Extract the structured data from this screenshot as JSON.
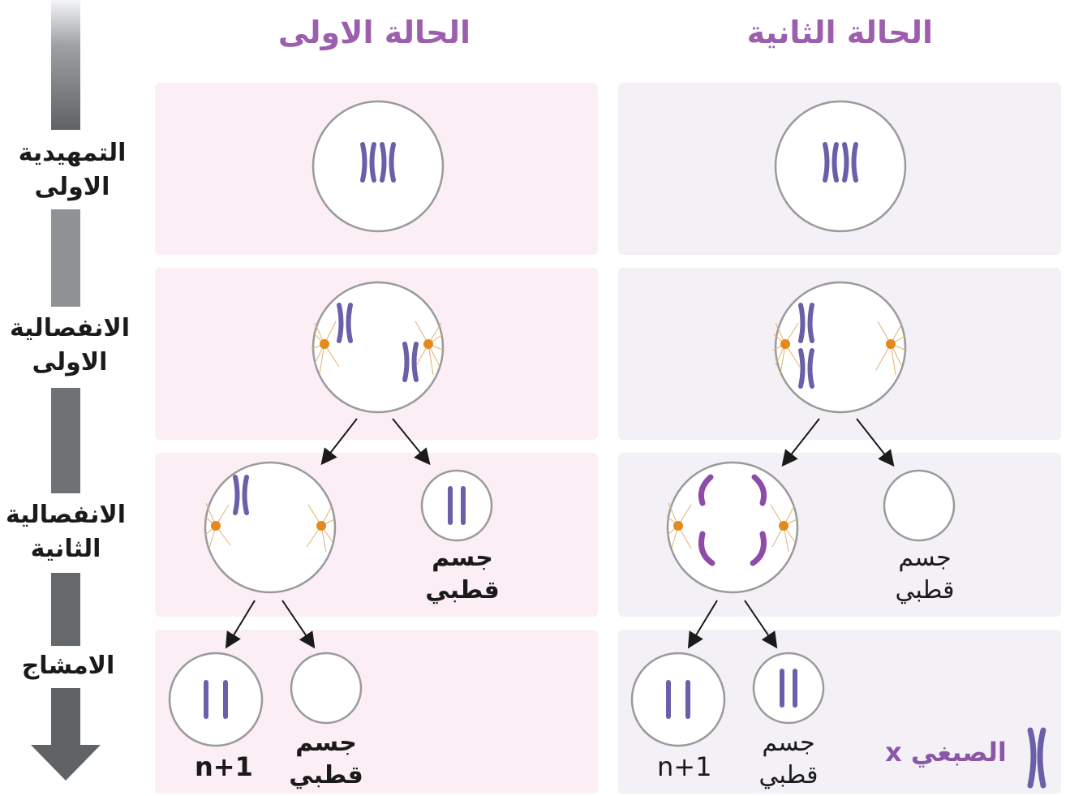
{
  "columns": {
    "first": "الحالة الاولى",
    "second": "الحالة الثانية"
  },
  "stages": {
    "prophase1": "التمهيدية الاولى",
    "anaphase1": "الانفصالية الاولى",
    "anaphase2": "الانفصالية الثانية",
    "fertilization": "الامشاج"
  },
  "labels": {
    "polar_body": "جسم قطبي",
    "n_plus_1": "n+1"
  },
  "legend": {
    "label": "الصبغي x"
  },
  "colors": {
    "title_purple": "#9b5fad",
    "chromosome_blue": "#6a5fa8",
    "chromatid_purple": "#8e4ba8",
    "panel_pink": "#fbeef5",
    "panel_lavender": "#f3f0f6",
    "centrosome_orange": "#e38a1c"
  }
}
